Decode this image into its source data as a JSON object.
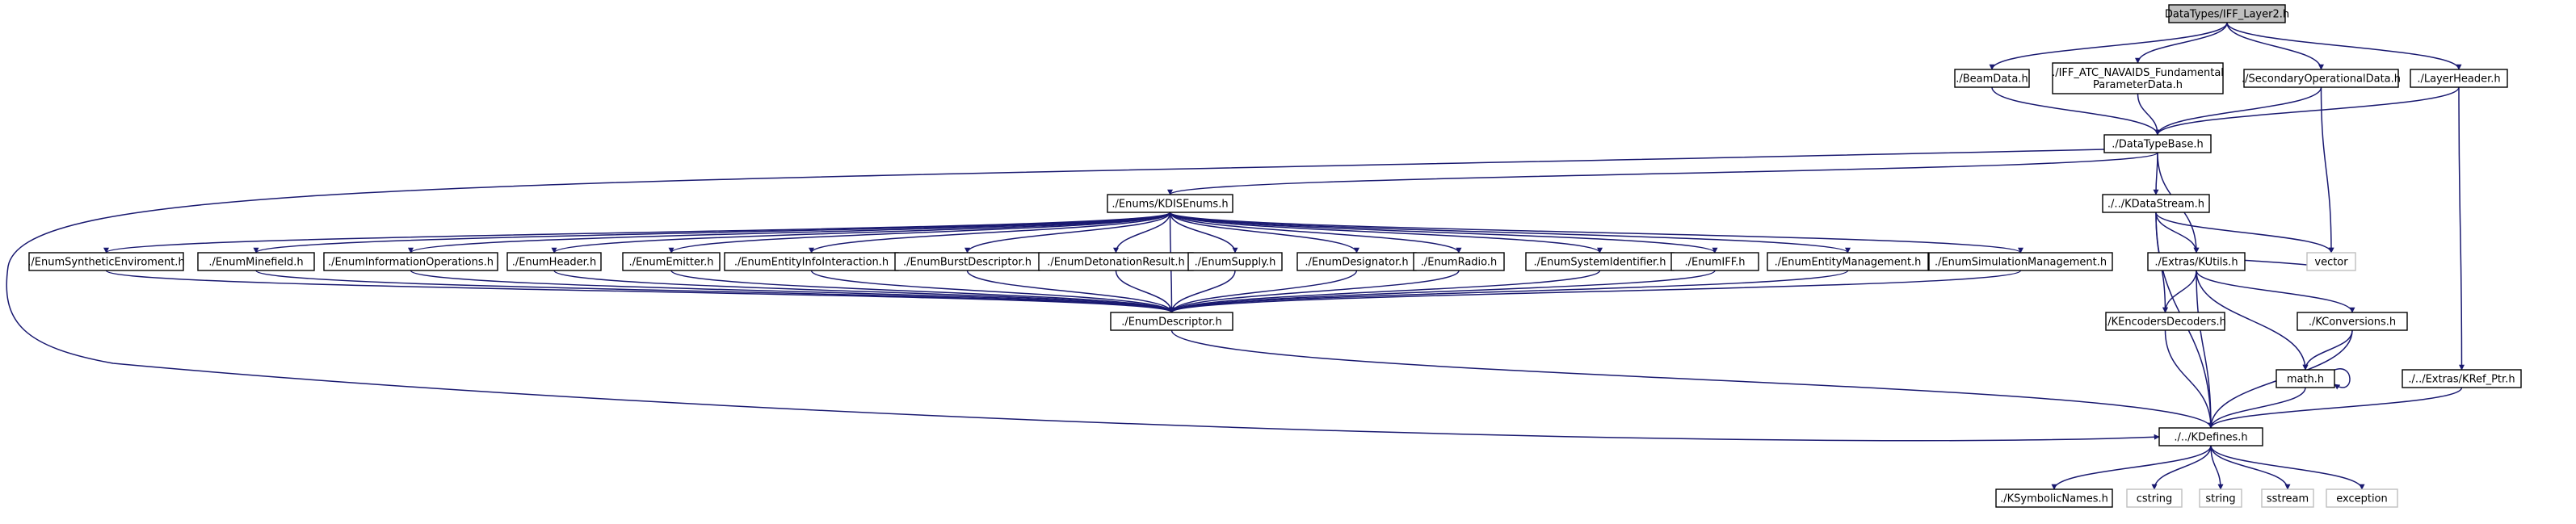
{
  "nodes": [
    {
      "id": "root",
      "lines": [
        "DataTypes/IFF_Layer2.h"
      ],
      "style": "root"
    },
    {
      "id": "beam",
      "lines": [
        "./BeamData.h"
      ]
    },
    {
      "id": "iffatc",
      "lines": [
        "./IFF_ATC_NAVAIDS_Fundamental",
        "ParameterData.h"
      ]
    },
    {
      "id": "secop",
      "lines": [
        "./SecondaryOperationalData.h"
      ]
    },
    {
      "id": "layerhdr",
      "lines": [
        "./LayerHeader.h"
      ]
    },
    {
      "id": "dtbase",
      "lines": [
        "./DataTypeBase.h"
      ]
    },
    {
      "id": "kdis",
      "lines": [
        "./Enums/KDISEnums.h"
      ]
    },
    {
      "id": "kds",
      "lines": [
        "./../KDataStream.h"
      ]
    },
    {
      "id": "synth",
      "lines": [
        "./EnumSyntheticEnviroment.h"
      ]
    },
    {
      "id": "minef",
      "lines": [
        "./EnumMinefield.h"
      ]
    },
    {
      "id": "infoops",
      "lines": [
        "./EnumInformationOperations.h"
      ]
    },
    {
      "id": "hdr",
      "lines": [
        "./EnumHeader.h"
      ]
    },
    {
      "id": "emit",
      "lines": [
        "./EnumEmitter.h"
      ]
    },
    {
      "id": "entinfo",
      "lines": [
        "./EnumEntityInfoInteraction.h"
      ]
    },
    {
      "id": "burst",
      "lines": [
        "./EnumBurstDescriptor.h"
      ]
    },
    {
      "id": "deton",
      "lines": [
        "./EnumDetonationResult.h"
      ]
    },
    {
      "id": "supply",
      "lines": [
        "./EnumSupply.h"
      ]
    },
    {
      "id": "desig",
      "lines": [
        "./EnumDesignator.h"
      ]
    },
    {
      "id": "radio",
      "lines": [
        "./EnumRadio.h"
      ]
    },
    {
      "id": "sysid",
      "lines": [
        "./EnumSystemIdentifier.h"
      ]
    },
    {
      "id": "eiff",
      "lines": [
        "./EnumIFF.h"
      ]
    },
    {
      "id": "entmgmt",
      "lines": [
        "./EnumEntityManagement.h"
      ]
    },
    {
      "id": "simmgmt",
      "lines": [
        "./EnumSimulationManagement.h"
      ]
    },
    {
      "id": "utils",
      "lines": [
        "./Extras/KUtils.h"
      ]
    },
    {
      "id": "vector",
      "lines": [
        "vector"
      ],
      "style": "ext"
    },
    {
      "id": "encdec",
      "lines": [
        "./KEncodersDecoders.h"
      ]
    },
    {
      "id": "conv",
      "lines": [
        "./KConversions.h"
      ]
    },
    {
      "id": "enumdesc",
      "lines": [
        "./EnumDescriptor.h"
      ]
    },
    {
      "id": "math",
      "lines": [
        "math.h"
      ]
    },
    {
      "id": "kref",
      "lines": [
        "./../Extras/KRef_Ptr.h"
      ]
    },
    {
      "id": "kdefines",
      "lines": [
        "./../KDefines.h"
      ]
    },
    {
      "id": "symbolic",
      "lines": [
        "./KSymbolicNames.h"
      ]
    },
    {
      "id": "cstring",
      "lines": [
        "cstring"
      ],
      "style": "ext"
    },
    {
      "id": "string",
      "lines": [
        "string"
      ],
      "style": "ext"
    },
    {
      "id": "sstream",
      "lines": [
        "sstream"
      ],
      "style": "ext"
    },
    {
      "id": "exception",
      "lines": [
        "exception"
      ],
      "style": "ext"
    }
  ],
  "edges": [
    [
      "root",
      "beam"
    ],
    [
      "root",
      "iffatc"
    ],
    [
      "root",
      "secop"
    ],
    [
      "root",
      "layerhdr"
    ],
    [
      "beam",
      "dtbase"
    ],
    [
      "iffatc",
      "dtbase"
    ],
    [
      "secop",
      "dtbase"
    ],
    [
      "layerhdr",
      "dtbase"
    ],
    [
      "secop",
      "vector"
    ],
    [
      "layerhdr",
      "kref"
    ],
    [
      "dtbase",
      "kdis"
    ],
    [
      "dtbase",
      "kds"
    ],
    [
      "dtbase",
      "utils"
    ],
    [
      "dtbase",
      "enumdesc"
    ],
    [
      "kdis",
      "synth"
    ],
    [
      "kdis",
      "minef"
    ],
    [
      "kdis",
      "infoops"
    ],
    [
      "kdis",
      "hdr"
    ],
    [
      "kdis",
      "emit"
    ],
    [
      "kdis",
      "entinfo"
    ],
    [
      "kdis",
      "burst"
    ],
    [
      "kdis",
      "deton"
    ],
    [
      "kdis",
      "supply"
    ],
    [
      "kdis",
      "desig"
    ],
    [
      "kdis",
      "radio"
    ],
    [
      "kdis",
      "sysid"
    ],
    [
      "kdis",
      "eiff"
    ],
    [
      "kdis",
      "entmgmt"
    ],
    [
      "kdis",
      "simmgmt"
    ],
    [
      "kdis",
      "enumdesc"
    ],
    [
      "synth",
      "enumdesc"
    ],
    [
      "minef",
      "enumdesc"
    ],
    [
      "infoops",
      "enumdesc"
    ],
    [
      "hdr",
      "enumdesc"
    ],
    [
      "emit",
      "enumdesc"
    ],
    [
      "entinfo",
      "enumdesc"
    ],
    [
      "burst",
      "enumdesc"
    ],
    [
      "deton",
      "enumdesc"
    ],
    [
      "supply",
      "enumdesc"
    ],
    [
      "desig",
      "enumdesc"
    ],
    [
      "radio",
      "enumdesc"
    ],
    [
      "sysid",
      "enumdesc"
    ],
    [
      "eiff",
      "enumdesc"
    ],
    [
      "entmgmt",
      "enumdesc"
    ],
    [
      "simmgmt",
      "enumdesc"
    ],
    [
      "enumdesc",
      "kdefines"
    ],
    [
      "kds",
      "utils"
    ],
    [
      "kds",
      "vector"
    ],
    [
      "kds",
      "encdec"
    ],
    [
      "kds",
      "kdefines"
    ],
    [
      "utils",
      "vector"
    ],
    [
      "utils",
      "encdec"
    ],
    [
      "utils",
      "conv"
    ],
    [
      "utils",
      "math"
    ],
    [
      "utils",
      "kdefines"
    ],
    [
      "encdec",
      "kdefines"
    ],
    [
      "conv",
      "math"
    ],
    [
      "conv",
      "kdefines"
    ],
    [
      "math",
      "math"
    ],
    [
      "math",
      "kdefines"
    ],
    [
      "kref",
      "kdefines"
    ],
    [
      "kdefines",
      "symbolic"
    ],
    [
      "kdefines",
      "cstring"
    ],
    [
      "kdefines",
      "string"
    ],
    [
      "kdefines",
      "sstream"
    ],
    [
      "kdefines",
      "exception"
    ]
  ]
}
